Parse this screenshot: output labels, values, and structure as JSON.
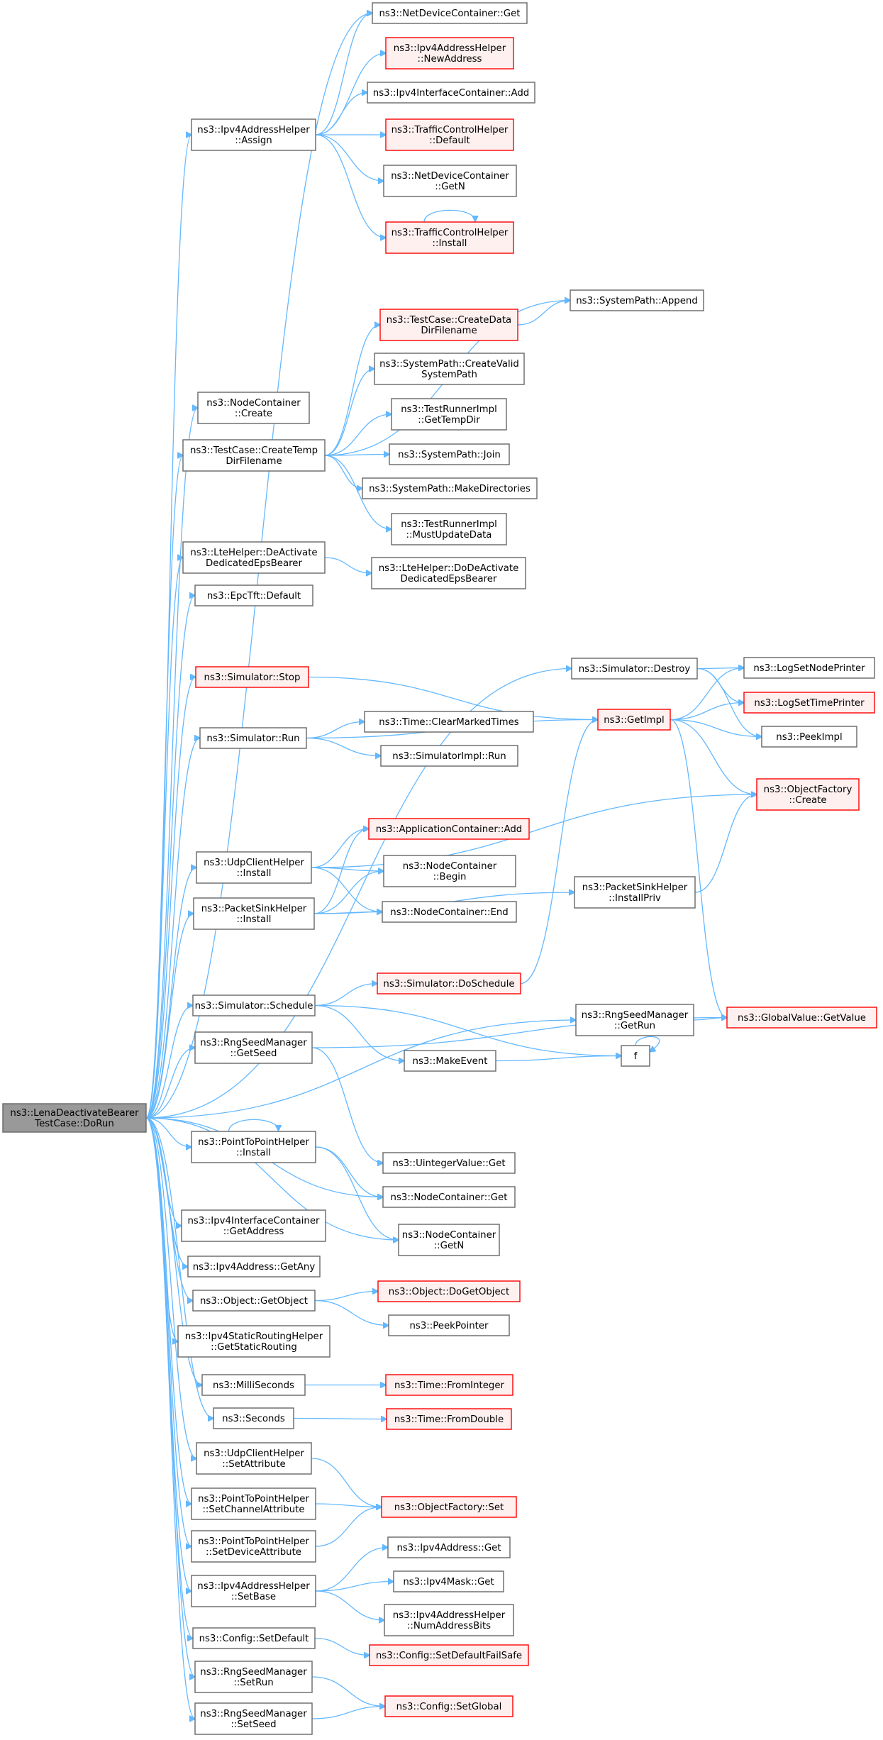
{
  "diagram": {
    "root": "ns3::LenaDeactivateBearerTestCase::DoRun",
    "nodes": [
      {
        "id": "root",
        "lines": [
          "ns3::LenaDeactivateBearer",
          "TestCase::DoRun"
        ],
        "style": "root"
      },
      {
        "id": "ndc_get",
        "lines": [
          "ns3::NetDeviceContainer::Get"
        ],
        "style": "normal"
      },
      {
        "id": "ipv4ah_newaddr",
        "lines": [
          "ns3::Ipv4AddressHelper",
          "::NewAddress"
        ],
        "style": "red"
      },
      {
        "id": "ipv4ic_add",
        "lines": [
          "ns3::Ipv4InterfaceContainer::Add"
        ],
        "style": "normal"
      },
      {
        "id": "ipv4ah_assign",
        "lines": [
          "ns3::Ipv4AddressHelper",
          "::Assign"
        ],
        "style": "normal"
      },
      {
        "id": "tch_default",
        "lines": [
          "ns3::TrafficControlHelper",
          "::Default"
        ],
        "style": "red"
      },
      {
        "id": "ndc_getn",
        "lines": [
          "ns3::NetDeviceContainer",
          "::GetN"
        ],
        "style": "normal"
      },
      {
        "id": "tch_install",
        "lines": [
          "ns3::TrafficControlHelper",
          "::Install"
        ],
        "style": "red"
      },
      {
        "id": "sp_append",
        "lines": [
          "ns3::SystemPath::Append"
        ],
        "style": "normal"
      },
      {
        "id": "tc_createdata",
        "lines": [
          "ns3::TestCase::CreateData",
          "DirFilename"
        ],
        "style": "red"
      },
      {
        "id": "sp_createvalid",
        "lines": [
          "ns3::SystemPath::CreateValid",
          "SystemPath"
        ],
        "style": "normal"
      },
      {
        "id": "nc_create",
        "lines": [
          "ns3::NodeContainer",
          "::Create"
        ],
        "style": "normal"
      },
      {
        "id": "tri_gettempdir",
        "lines": [
          "ns3::TestRunnerImpl",
          "::GetTempDir"
        ],
        "style": "normal"
      },
      {
        "id": "tc_createtemp",
        "lines": [
          "ns3::TestCase::CreateTemp",
          "DirFilename"
        ],
        "style": "normal"
      },
      {
        "id": "sp_join",
        "lines": [
          "ns3::SystemPath::Join"
        ],
        "style": "normal"
      },
      {
        "id": "sp_makedirs",
        "lines": [
          "ns3::SystemPath::MakeDirectories"
        ],
        "style": "normal"
      },
      {
        "id": "tri_mustupdate",
        "lines": [
          "ns3::TestRunnerImpl",
          "::MustUpdateData"
        ],
        "style": "normal"
      },
      {
        "id": "lte_deactivate",
        "lines": [
          "ns3::LteHelper::DeActivate",
          "DedicatedEpsBearer"
        ],
        "style": "normal"
      },
      {
        "id": "lte_dodeactivate",
        "lines": [
          "ns3::LteHelper::DoDeActivate",
          "DedicatedEpsBearer"
        ],
        "style": "normal"
      },
      {
        "id": "epctft_default",
        "lines": [
          "ns3::EpcTft::Default"
        ],
        "style": "normal"
      },
      {
        "id": "sim_destroy",
        "lines": [
          "ns3::Simulator::Destroy"
        ],
        "style": "normal"
      },
      {
        "id": "log_setnode",
        "lines": [
          "ns3::LogSetNodePrinter"
        ],
        "style": "normal"
      },
      {
        "id": "sim_stop",
        "lines": [
          "ns3::Simulator::Stop"
        ],
        "style": "red"
      },
      {
        "id": "log_settime",
        "lines": [
          "ns3::LogSetTimePrinter"
        ],
        "style": "red"
      },
      {
        "id": "getimpl",
        "lines": [
          "ns3::GetImpl"
        ],
        "style": "red"
      },
      {
        "id": "time_clearmarked",
        "lines": [
          "ns3::Time::ClearMarkedTimes"
        ],
        "style": "normal"
      },
      {
        "id": "sim_run",
        "lines": [
          "ns3::Simulator::Run"
        ],
        "style": "normal"
      },
      {
        "id": "peekimpl",
        "lines": [
          "ns3::PeekImpl"
        ],
        "style": "normal"
      },
      {
        "id": "simimpl_run",
        "lines": [
          "ns3::SimulatorImpl::Run"
        ],
        "style": "normal"
      },
      {
        "id": "objfactory_create",
        "lines": [
          "ns3::ObjectFactory",
          "::Create"
        ],
        "style": "red"
      },
      {
        "id": "appc_add",
        "lines": [
          "ns3::ApplicationContainer::Add"
        ],
        "style": "red"
      },
      {
        "id": "udpch_install",
        "lines": [
          "ns3::UdpClientHelper",
          "::Install"
        ],
        "style": "normal"
      },
      {
        "id": "nc_begin",
        "lines": [
          "ns3::NodeContainer",
          "::Begin"
        ],
        "style": "normal"
      },
      {
        "id": "psh_installpriv",
        "lines": [
          "ns3::PacketSinkHelper",
          "::InstallPriv"
        ],
        "style": "normal"
      },
      {
        "id": "psh_install",
        "lines": [
          "ns3::PacketSinkHelper",
          "::Install"
        ],
        "style": "normal"
      },
      {
        "id": "nc_end",
        "lines": [
          "ns3::NodeContainer::End"
        ],
        "style": "normal"
      },
      {
        "id": "sim_doschedule",
        "lines": [
          "ns3::Simulator::DoSchedule"
        ],
        "style": "red"
      },
      {
        "id": "sim_schedule",
        "lines": [
          "ns3::Simulator::Schedule"
        ],
        "style": "normal"
      },
      {
        "id": "rsm_getrun",
        "lines": [
          "ns3::RngSeedManager",
          "::GetRun"
        ],
        "style": "normal"
      },
      {
        "id": "gv_getvalue",
        "lines": [
          "ns3::GlobalValue::GetValue"
        ],
        "style": "red"
      },
      {
        "id": "rsm_getseed",
        "lines": [
          "ns3::RngSeedManager",
          "::GetSeed"
        ],
        "style": "normal"
      },
      {
        "id": "makeevent",
        "lines": [
          "ns3::MakeEvent"
        ],
        "style": "normal"
      },
      {
        "id": "f",
        "lines": [
          "f"
        ],
        "style": "normal"
      },
      {
        "id": "p2ph_install",
        "lines": [
          "ns3::PointToPointHelper",
          "::Install"
        ],
        "style": "normal"
      },
      {
        "id": "uintval_get",
        "lines": [
          "ns3::UintegerValue::Get"
        ],
        "style": "normal"
      },
      {
        "id": "nc_get",
        "lines": [
          "ns3::NodeContainer::Get"
        ],
        "style": "normal"
      },
      {
        "id": "ipv4ic_getaddr",
        "lines": [
          "ns3::Ipv4InterfaceContainer",
          "::GetAddress"
        ],
        "style": "normal"
      },
      {
        "id": "nc_getn",
        "lines": [
          "ns3::NodeContainer",
          "::GetN"
        ],
        "style": "normal"
      },
      {
        "id": "ipv4addr_getany",
        "lines": [
          "ns3::Ipv4Address::GetAny"
        ],
        "style": "normal"
      },
      {
        "id": "obj_getobject",
        "lines": [
          "ns3::Object::GetObject"
        ],
        "style": "normal"
      },
      {
        "id": "obj_dogetobject",
        "lines": [
          "ns3::Object::DoGetObject"
        ],
        "style": "red"
      },
      {
        "id": "peekpointer",
        "lines": [
          "ns3::PeekPointer"
        ],
        "style": "normal"
      },
      {
        "id": "ipv4srh_getstatic",
        "lines": [
          "ns3::Ipv4StaticRoutingHelper",
          "::GetStaticRouting"
        ],
        "style": "normal"
      },
      {
        "id": "milliseconds",
        "lines": [
          "ns3::MilliSeconds"
        ],
        "style": "normal"
      },
      {
        "id": "time_frominteger",
        "lines": [
          "ns3::Time::FromInteger"
        ],
        "style": "red"
      },
      {
        "id": "seconds",
        "lines": [
          "ns3::Seconds"
        ],
        "style": "normal"
      },
      {
        "id": "time_fromdouble",
        "lines": [
          "ns3::Time::FromDouble"
        ],
        "style": "red"
      },
      {
        "id": "udpch_setattr",
        "lines": [
          "ns3::UdpClientHelper",
          "::SetAttribute"
        ],
        "style": "normal"
      },
      {
        "id": "p2ph_setchattr",
        "lines": [
          "ns3::PointToPointHelper",
          "::SetChannelAttribute"
        ],
        "style": "normal"
      },
      {
        "id": "objfactory_set",
        "lines": [
          "ns3::ObjectFactory::Set"
        ],
        "style": "red"
      },
      {
        "id": "p2ph_setdevattr",
        "lines": [
          "ns3::PointToPointHelper",
          "::SetDeviceAttribute"
        ],
        "style": "normal"
      },
      {
        "id": "ipv4addr_get",
        "lines": [
          "ns3::Ipv4Address::Get"
        ],
        "style": "normal"
      },
      {
        "id": "ipv4ah_setbase",
        "lines": [
          "ns3::Ipv4AddressHelper",
          "::SetBase"
        ],
        "style": "normal"
      },
      {
        "id": "ipv4mask_get",
        "lines": [
          "ns3::Ipv4Mask::Get"
        ],
        "style": "normal"
      },
      {
        "id": "ipv4ah_numbits",
        "lines": [
          "ns3::Ipv4AddressHelper",
          "::NumAddressBits"
        ],
        "style": "normal"
      },
      {
        "id": "cfg_setdefault",
        "lines": [
          "ns3::Config::SetDefault"
        ],
        "style": "normal"
      },
      {
        "id": "cfg_setdefaultfs",
        "lines": [
          "ns3::Config::SetDefaultFailSafe"
        ],
        "style": "red"
      },
      {
        "id": "rsm_setrun",
        "lines": [
          "ns3::RngSeedManager",
          "::SetRun"
        ],
        "style": "normal"
      },
      {
        "id": "cfg_setglobal",
        "lines": [
          "ns3::Config::SetGlobal"
        ],
        "style": "red"
      },
      {
        "id": "rsm_setseed",
        "lines": [
          "ns3::RngSeedManager",
          "::SetSeed"
        ],
        "style": "normal"
      }
    ],
    "edges": [
      [
        "root",
        "ndc_get"
      ],
      [
        "root",
        "ipv4ah_assign"
      ],
      [
        "root",
        "nc_create"
      ],
      [
        "root",
        "tc_createtemp"
      ],
      [
        "root",
        "lte_deactivate"
      ],
      [
        "root",
        "epctft_default"
      ],
      [
        "root",
        "sim_destroy"
      ],
      [
        "root",
        "sim_stop"
      ],
      [
        "root",
        "sim_run"
      ],
      [
        "root",
        "udpch_install"
      ],
      [
        "root",
        "psh_install"
      ],
      [
        "root",
        "rsm_getrun"
      ],
      [
        "root",
        "sim_schedule"
      ],
      [
        "root",
        "rsm_getseed"
      ],
      [
        "root",
        "nc_get"
      ],
      [
        "root",
        "p2ph_install"
      ],
      [
        "root",
        "nc_getn"
      ],
      [
        "root",
        "ipv4ic_getaddr"
      ],
      [
        "root",
        "ipv4addr_getany"
      ],
      [
        "root",
        "obj_getobject"
      ],
      [
        "root",
        "ipv4srh_getstatic"
      ],
      [
        "root",
        "milliseconds"
      ],
      [
        "root",
        "seconds"
      ],
      [
        "root",
        "udpch_setattr"
      ],
      [
        "root",
        "p2ph_setchattr"
      ],
      [
        "root",
        "p2ph_setdevattr"
      ],
      [
        "root",
        "ipv4ah_setbase"
      ],
      [
        "root",
        "cfg_setdefault"
      ],
      [
        "root",
        "rsm_setrun"
      ],
      [
        "root",
        "rsm_setseed"
      ],
      [
        "ipv4ah_assign",
        "ndc_get"
      ],
      [
        "ipv4ah_assign",
        "ipv4ah_newaddr"
      ],
      [
        "ipv4ah_assign",
        "ipv4ic_add"
      ],
      [
        "ipv4ah_assign",
        "tch_default"
      ],
      [
        "ipv4ah_assign",
        "ndc_getn"
      ],
      [
        "ipv4ah_assign",
        "tch_install"
      ],
      [
        "tch_install",
        "tch_install"
      ],
      [
        "tc_createtemp",
        "sp_append"
      ],
      [
        "tc_createtemp",
        "tc_createdata"
      ],
      [
        "tc_createtemp",
        "sp_createvalid"
      ],
      [
        "tc_createtemp",
        "tri_gettempdir"
      ],
      [
        "tc_createtemp",
        "sp_join"
      ],
      [
        "tc_createtemp",
        "sp_makedirs"
      ],
      [
        "tc_createtemp",
        "tri_mustupdate"
      ],
      [
        "tc_createdata",
        "sp_append"
      ],
      [
        "lte_deactivate",
        "lte_dodeactivate"
      ],
      [
        "sim_destroy",
        "log_setnode"
      ],
      [
        "sim_destroy",
        "log_settime"
      ],
      [
        "sim_destroy",
        "peekimpl"
      ],
      [
        "sim_stop",
        "getimpl"
      ],
      [
        "getimpl",
        "log_setnode"
      ],
      [
        "getimpl",
        "log_settime"
      ],
      [
        "getimpl",
        "peekimpl"
      ],
      [
        "getimpl",
        "objfactory_create"
      ],
      [
        "getimpl",
        "gv_getvalue"
      ],
      [
        "sim_run",
        "getimpl"
      ],
      [
        "sim_run",
        "time_clearmarked"
      ],
      [
        "sim_run",
        "simimpl_run"
      ],
      [
        "udpch_install",
        "objfactory_create"
      ],
      [
        "udpch_install",
        "appc_add"
      ],
      [
        "udpch_install",
        "nc_begin"
      ],
      [
        "udpch_install",
        "nc_end"
      ],
      [
        "psh_install",
        "appc_add"
      ],
      [
        "psh_install",
        "nc_begin"
      ],
      [
        "psh_install",
        "nc_end"
      ],
      [
        "psh_install",
        "psh_installpriv"
      ],
      [
        "psh_installpriv",
        "objfactory_create"
      ],
      [
        "sim_schedule",
        "sim_doschedule"
      ],
      [
        "sim_schedule",
        "makeevent"
      ],
      [
        "sim_schedule",
        "f"
      ],
      [
        "sim_doschedule",
        "getimpl"
      ],
      [
        "rsm_getrun",
        "gv_getvalue"
      ],
      [
        "rsm_getseed",
        "gv_getvalue"
      ],
      [
        "rsm_getseed",
        "uintval_get"
      ],
      [
        "makeevent",
        "f"
      ],
      [
        "f",
        "f"
      ],
      [
        "p2ph_install",
        "p2ph_install"
      ],
      [
        "p2ph_install",
        "nc_get"
      ],
      [
        "p2ph_install",
        "nc_getn"
      ],
      [
        "obj_getobject",
        "obj_dogetobject"
      ],
      [
        "obj_getobject",
        "peekpointer"
      ],
      [
        "milliseconds",
        "time_frominteger"
      ],
      [
        "seconds",
        "time_fromdouble"
      ],
      [
        "udpch_setattr",
        "objfactory_set"
      ],
      [
        "p2ph_setchattr",
        "objfactory_set"
      ],
      [
        "p2ph_setdevattr",
        "objfactory_set"
      ],
      [
        "ipv4ah_setbase",
        "ipv4addr_get"
      ],
      [
        "ipv4ah_setbase",
        "ipv4mask_get"
      ],
      [
        "ipv4ah_setbase",
        "ipv4ah_numbits"
      ],
      [
        "cfg_setdefault",
        "cfg_setdefaultfs"
      ],
      [
        "rsm_setrun",
        "cfg_setglobal"
      ],
      [
        "rsm_setseed",
        "cfg_setglobal"
      ]
    ]
  },
  "colors": {
    "edge": "#63b8ff",
    "node_border": "#666666",
    "node_fill": "#ffffff",
    "red_border": "#ff0000",
    "red_fill": "#fff0f0",
    "root_fill": "#999999"
  }
}
